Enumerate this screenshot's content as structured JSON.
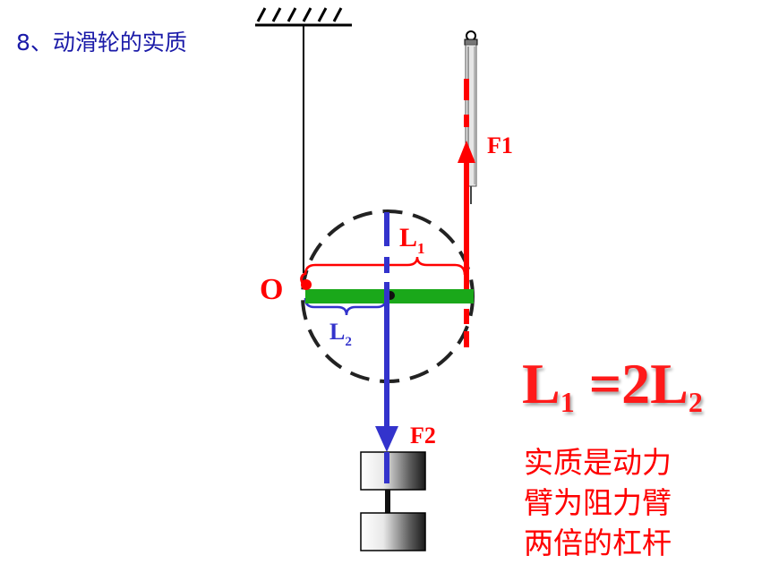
{
  "title": "8、动滑轮的实质",
  "labels": {
    "f1": "F1",
    "f2": "F2",
    "o": "O",
    "l1": {
      "main": "L",
      "sub": "1"
    },
    "l2": {
      "main": "L",
      "sub": "2"
    }
  },
  "equation": {
    "l1": "L",
    "s1": "1",
    "mid": " =2L",
    "s2": "2"
  },
  "note": [
    "实质是动力",
    "臂为阻力臂",
    "两倍的杠杆"
  ],
  "colors": {
    "title": "#1a1aa8",
    "red": "#ff0000",
    "blue": "#3333cc",
    "green": "#1aa81a"
  }
}
